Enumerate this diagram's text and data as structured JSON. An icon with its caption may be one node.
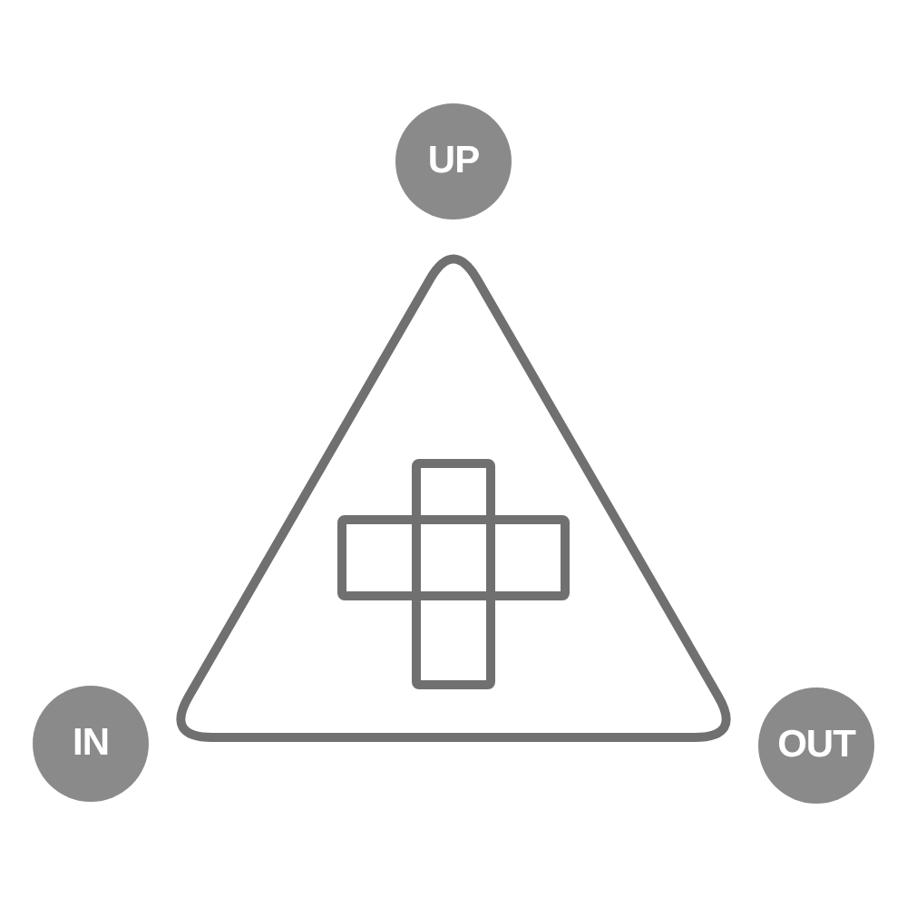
{
  "diagram": {
    "nodes": [
      {
        "text": [
          "UP"
        ]
      },
      {
        "text": [
          "IN"
        ]
      },
      {
        "text": [
          "OUT"
        ]
      }
    ]
  }
}
